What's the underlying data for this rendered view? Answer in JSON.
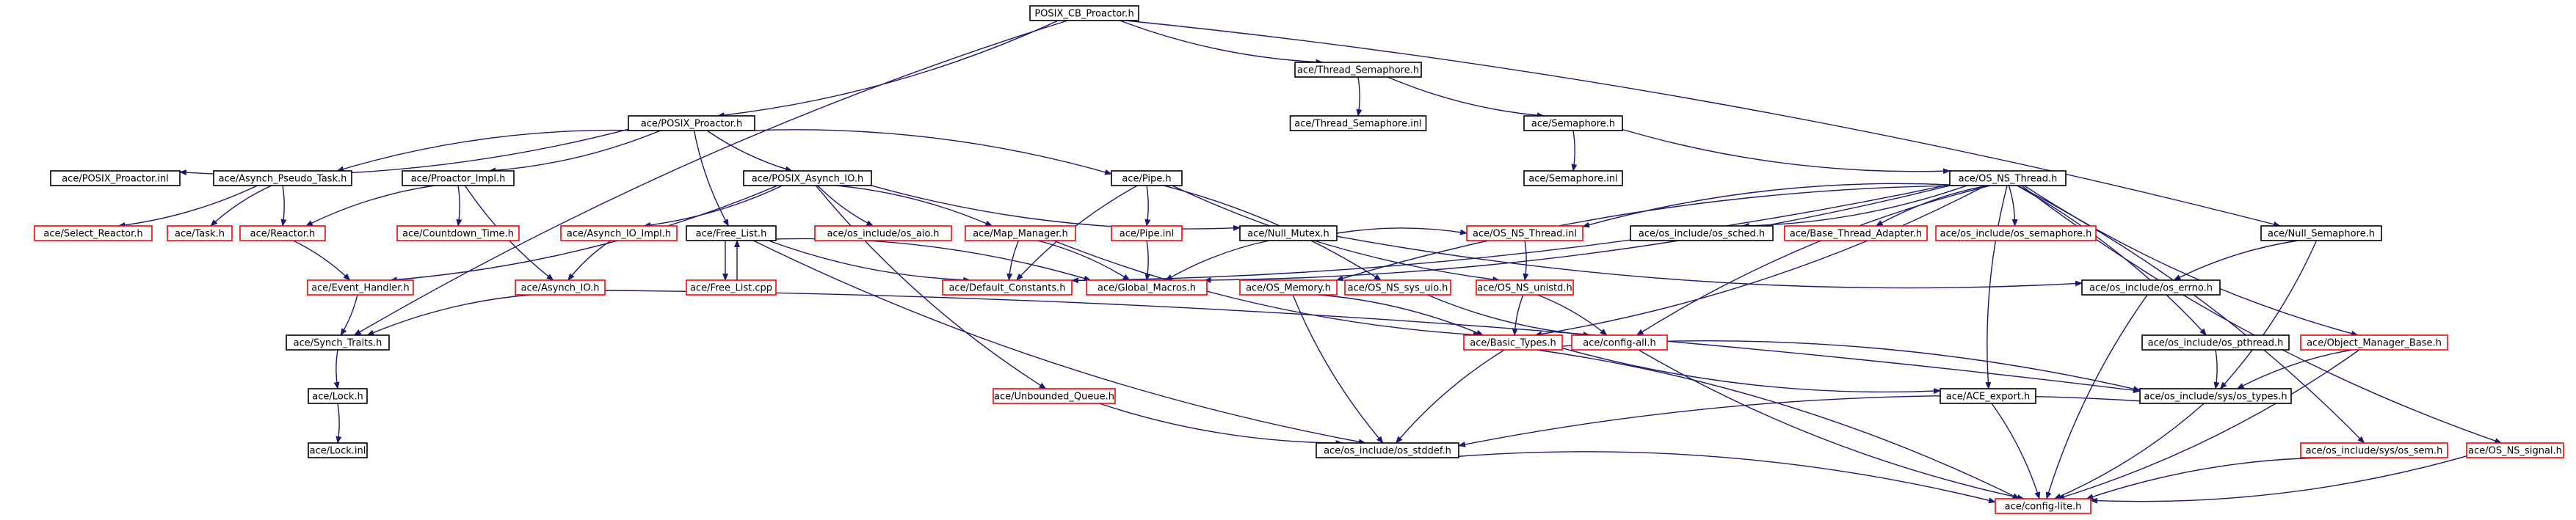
{
  "colors": {
    "edge": "#191970",
    "border_documented": "#000000",
    "border_undocumented": "#ff0000",
    "root_fill": "#bfbfbf"
  },
  "nodes": {
    "n_root": {
      "label": "POSIX_CB_Proactor.h",
      "kind": "root"
    },
    "n_proactor": {
      "label": "ace/POSIX_Proactor.h",
      "kind": "doc"
    },
    "n_tsem": {
      "label": "ace/Thread_Semaphore.h",
      "kind": "doc"
    },
    "n_tsem_inl": {
      "label": "ace/Thread_Semaphore.inl",
      "kind": "doc"
    },
    "n_sem": {
      "label": "ace/Semaphore.h",
      "kind": "doc"
    },
    "n_sem_inl": {
      "label": "ace/Semaphore.inl",
      "kind": "doc"
    },
    "n_osns_thread": {
      "label": "ace/OS_NS_Thread.h",
      "kind": "doc"
    },
    "n_proactor_inl": {
      "label": "ace/POSIX_Proactor.inl",
      "kind": "doc"
    },
    "n_apt": {
      "label": "ace/Asynch_Pseudo_Task.h",
      "kind": "doc"
    },
    "n_pimpl": {
      "label": "ace/Proactor_Impl.h",
      "kind": "doc"
    },
    "n_paio": {
      "label": "ace/POSIX_Asynch_IO.h",
      "kind": "doc"
    },
    "n_pipe": {
      "label": "ace/Pipe.h",
      "kind": "doc"
    },
    "n_sel_reactor": {
      "label": "ace/Select_Reactor.h",
      "kind": "undoc"
    },
    "n_task": {
      "label": "ace/Task.h",
      "kind": "undoc"
    },
    "n_reactor": {
      "label": "ace/Reactor.h",
      "kind": "undoc"
    },
    "n_countdown": {
      "label": "ace/Countdown_Time.h",
      "kind": "undoc"
    },
    "n_aioimpl": {
      "label": "ace/Asynch_IO_Impl.h",
      "kind": "undoc"
    },
    "n_freelist": {
      "label": "ace/Free_List.h",
      "kind": "doc"
    },
    "n_osaio": {
      "label": "ace/os_include/os_aio.h",
      "kind": "undoc"
    },
    "n_mapmgr": {
      "label": "ace/Map_Manager.h",
      "kind": "undoc"
    },
    "n_pipe_inl": {
      "label": "ace/Pipe.inl",
      "kind": "undoc"
    },
    "n_nullmutex": {
      "label": "ace/Null_Mutex.h",
      "kind": "doc"
    },
    "n_osns_thread_inl": {
      "label": "ace/OS_NS_Thread.inl",
      "kind": "undoc"
    },
    "n_ossched": {
      "label": "ace/os_include/os_sched.h",
      "kind": "doc"
    },
    "n_bta": {
      "label": "ace/Base_Thread_Adapter.h",
      "kind": "undoc"
    },
    "n_ossemaphore": {
      "label": "ace/os_include/os_semaphore.h",
      "kind": "undoc"
    },
    "n_nullsem": {
      "label": "ace/Null_Semaphore.h",
      "kind": "doc"
    },
    "n_evh": {
      "label": "ace/Event_Handler.h",
      "kind": "undoc"
    },
    "n_aio": {
      "label": "ace/Asynch_IO.h",
      "kind": "undoc"
    },
    "n_freelist_cpp": {
      "label": "ace/Free_List.cpp",
      "kind": "undoc"
    },
    "n_defconst": {
      "label": "ace/Default_Constants.h",
      "kind": "undoc"
    },
    "n_globmacros": {
      "label": "ace/Global_Macros.h",
      "kind": "undoc"
    },
    "n_osmem": {
      "label": "ace/OS_Memory.h",
      "kind": "undoc"
    },
    "n_osuio": {
      "label": "ace/OS_NS_sys_uio.h",
      "kind": "undoc"
    },
    "n_osunistd": {
      "label": "ace/OS_NS_unistd.h",
      "kind": "undoc"
    },
    "n_oserrno": {
      "label": "ace/os_include/os_errno.h",
      "kind": "doc"
    },
    "n_synch_traits": {
      "label": "ace/Synch_Traits.h",
      "kind": "doc"
    },
    "n_basic_types": {
      "label": "ace/Basic_Types.h",
      "kind": "undoc"
    },
    "n_configall": {
      "label": "ace/config-all.h",
      "kind": "undoc"
    },
    "n_ospthread": {
      "label": "ace/os_include/os_pthread.h",
      "kind": "doc"
    },
    "n_omb": {
      "label": "ace/Object_Manager_Base.h",
      "kind": "undoc"
    },
    "n_lock": {
      "label": "ace/Lock.h",
      "kind": "doc"
    },
    "n_unbq": {
      "label": "ace/Unbounded_Queue.h",
      "kind": "undoc"
    },
    "n_aceexport": {
      "label": "ace/ACE_export.h",
      "kind": "doc"
    },
    "n_systypes": {
      "label": "ace/os_include/sys/os_types.h",
      "kind": "doc"
    },
    "n_lock_inl": {
      "label": "ace/Lock.inl",
      "kind": "doc"
    },
    "n_osstddef": {
      "label": "ace/os_include/os_stddef.h",
      "kind": "doc"
    },
    "n_syssem": {
      "label": "ace/os_include/sys/os_sem.h",
      "kind": "undoc"
    },
    "n_ossignal": {
      "label": "ace/OS_NS_signal.h",
      "kind": "undoc"
    },
    "n_configlite": {
      "label": "ace/config-lite.h",
      "kind": "undoc"
    }
  },
  "edges": [
    [
      "n_root",
      "n_proactor"
    ],
    [
      "n_root",
      "n_tsem"
    ],
    [
      "n_root",
      "n_nullsem"
    ],
    [
      "n_root",
      "n_synch_traits"
    ],
    [
      "n_tsem",
      "n_tsem_inl"
    ],
    [
      "n_tsem",
      "n_sem"
    ],
    [
      "n_sem",
      "n_sem_inl"
    ],
    [
      "n_sem",
      "n_osns_thread"
    ],
    [
      "n_proactor",
      "n_proactor_inl"
    ],
    [
      "n_proactor",
      "n_apt"
    ],
    [
      "n_proactor",
      "n_pimpl"
    ],
    [
      "n_proactor",
      "n_paio"
    ],
    [
      "n_proactor",
      "n_pipe"
    ],
    [
      "n_proactor",
      "n_freelist"
    ],
    [
      "n_apt",
      "n_sel_reactor"
    ],
    [
      "n_apt",
      "n_task"
    ],
    [
      "n_apt",
      "n_reactor"
    ],
    [
      "n_pimpl",
      "n_reactor"
    ],
    [
      "n_pimpl",
      "n_countdown"
    ],
    [
      "n_pimpl",
      "n_aio"
    ],
    [
      "n_paio",
      "n_aioimpl"
    ],
    [
      "n_paio",
      "n_osaio"
    ],
    [
      "n_paio",
      "n_mapmgr"
    ],
    [
      "n_paio",
      "n_nullmutex"
    ],
    [
      "n_paio",
      "n_evh"
    ],
    [
      "n_paio",
      "n_unbq"
    ],
    [
      "n_pipe",
      "n_pipe_inl"
    ],
    [
      "n_pipe",
      "n_defconst"
    ],
    [
      "n_pipe",
      "n_osuio"
    ],
    [
      "n_pipe",
      "n_osunistd"
    ],
    [
      "n_reactor",
      "n_evh"
    ],
    [
      "n_aioimpl",
      "n_aio"
    ],
    [
      "n_freelist",
      "n_freelist_cpp"
    ],
    [
      "n_freelist",
      "n_defconst"
    ],
    [
      "n_freelist",
      "n_globmacros"
    ],
    [
      "n_freelist",
      "n_osstddef"
    ],
    [
      "n_freelist_cpp",
      "n_freelist"
    ],
    [
      "n_mapmgr",
      "n_defconst"
    ],
    [
      "n_mapmgr",
      "n_globmacros"
    ],
    [
      "n_mapmgr",
      "n_basic_types"
    ],
    [
      "n_pipe_inl",
      "n_globmacros"
    ],
    [
      "n_nullmutex",
      "n_globmacros"
    ],
    [
      "n_nullmutex",
      "n_osns_thread_inl"
    ],
    [
      "n_nullmutex",
      "n_oserrno"
    ],
    [
      "n_osns_thread",
      "n_defconst"
    ],
    [
      "n_osns_thread",
      "n_osns_thread_inl"
    ],
    [
      "n_osns_thread",
      "n_ossched"
    ],
    [
      "n_osns_thread",
      "n_bta"
    ],
    [
      "n_osns_thread",
      "n_ossemaphore"
    ],
    [
      "n_osns_thread",
      "n_osmem"
    ],
    [
      "n_osns_thread",
      "n_globmacros"
    ],
    [
      "n_osns_thread",
      "n_configall"
    ],
    [
      "n_osns_thread",
      "n_basic_types"
    ],
    [
      "n_osns_thread",
      "n_aceexport"
    ],
    [
      "n_osns_thread",
      "n_ospthread"
    ],
    [
      "n_osns_thread",
      "n_omb"
    ],
    [
      "n_osns_thread",
      "n_syssem"
    ],
    [
      "n_osns_thread",
      "n_ossignal"
    ],
    [
      "n_osns_thread_inl",
      "n_osunistd"
    ],
    [
      "n_nullsem",
      "n_oserrno"
    ],
    [
      "n_nullsem",
      "n_systypes"
    ],
    [
      "n_osunistd",
      "n_basic_types"
    ],
    [
      "n_osunistd",
      "n_configall"
    ],
    [
      "n_osuio",
      "n_configall"
    ],
    [
      "n_osmem",
      "n_basic_types"
    ],
    [
      "n_osmem",
      "n_osstddef"
    ],
    [
      "n_evh",
      "n_synch_traits"
    ],
    [
      "n_aio",
      "n_synch_traits"
    ],
    [
      "n_aio",
      "n_systypes"
    ],
    [
      "n_synch_traits",
      "n_lock"
    ],
    [
      "n_lock",
      "n_lock_inl"
    ],
    [
      "n_basic_types",
      "n_aceexport"
    ],
    [
      "n_basic_types",
      "n_systypes"
    ],
    [
      "n_basic_types",
      "n_osstddef"
    ],
    [
      "n_basic_types",
      "n_configlite"
    ],
    [
      "n_configall",
      "n_configlite"
    ],
    [
      "n_ospthread",
      "n_systypes"
    ],
    [
      "n_omb",
      "n_systypes"
    ],
    [
      "n_omb",
      "n_configlite"
    ],
    [
      "n_oserrno",
      "n_configlite"
    ],
    [
      "n_aceexport",
      "n_configlite"
    ],
    [
      "n_systypes",
      "n_osstddef"
    ],
    [
      "n_systypes",
      "n_configlite"
    ],
    [
      "n_unbq",
      "n_osstddef"
    ],
    [
      "n_osstddef",
      "n_configlite"
    ],
    [
      "n_syssem",
      "n_configlite"
    ],
    [
      "n_ossignal",
      "n_configlite"
    ]
  ]
}
